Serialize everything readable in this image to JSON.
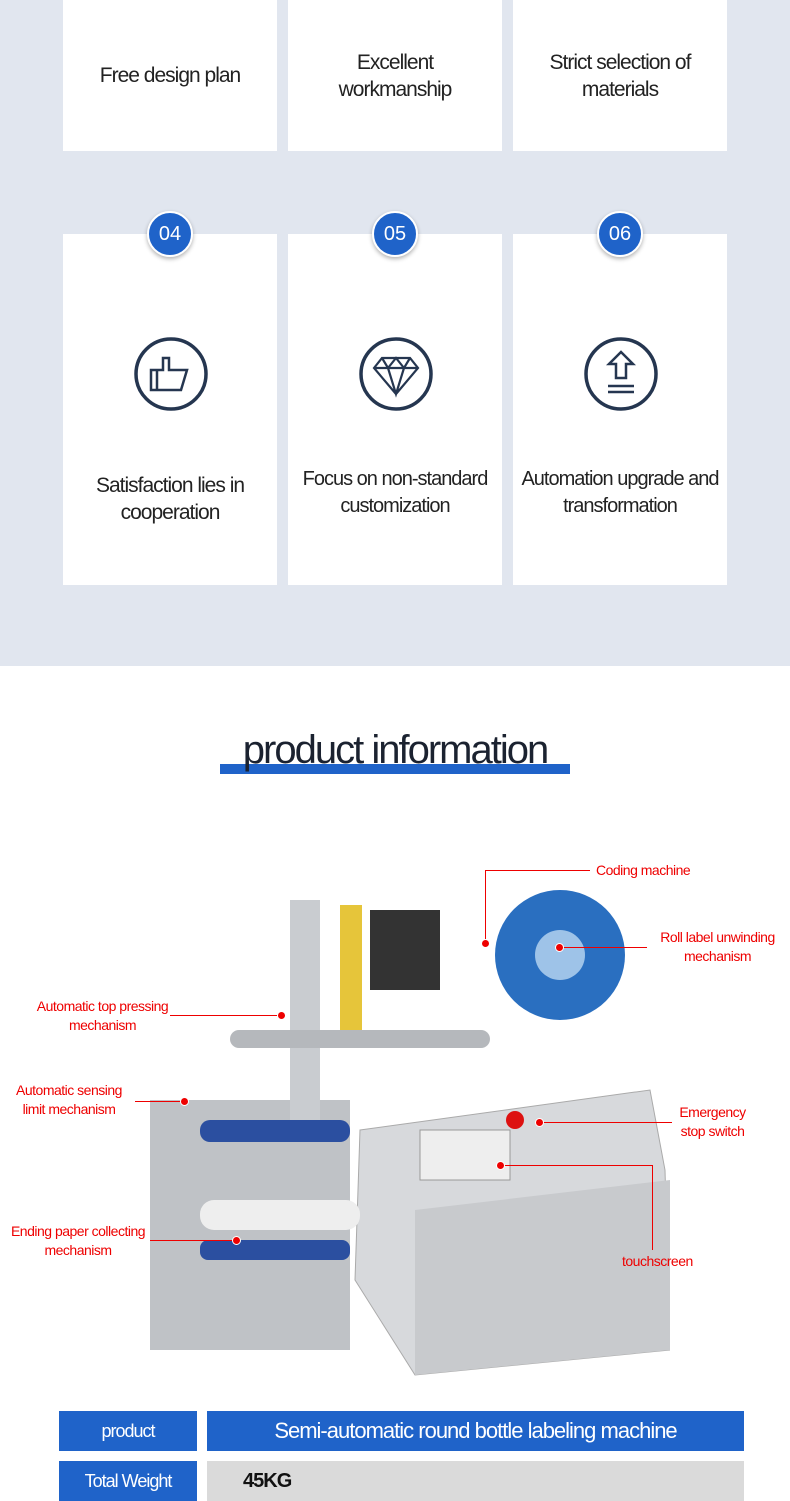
{
  "features": [
    {
      "label": "Free design plan"
    },
    {
      "label": "Excellent workmanship"
    },
    {
      "label": "Strict selection of materials"
    },
    {
      "num": "04",
      "label": "Satisfaction lies in cooperation",
      "icon": "thumbs-up-icon"
    },
    {
      "num": "05",
      "label": "Focus on non-standard customization",
      "icon": "diamond-icon"
    },
    {
      "num": "06",
      "label": "Automation upgrade and transformation",
      "icon": "upload-icon"
    }
  ],
  "section_title": "product information",
  "callouts": {
    "coding": "Coding machine",
    "roll": "Roll label unwinding mechanism",
    "top": "Automatic top pressing mechanism",
    "sensing": "Automatic sensing limit mechanism",
    "emergency": "Emergency stop switch",
    "ending": "Ending paper collecting mechanism",
    "touch": "touchscreen"
  },
  "specs": [
    {
      "key": "product",
      "value": "Semi-automatic round bottle labeling machine"
    },
    {
      "key": "Total Weight",
      "value": "45KG"
    }
  ],
  "colors": {
    "accent": "#1f63c9",
    "callout": "#e00000",
    "band": "#e1e6ef"
  }
}
